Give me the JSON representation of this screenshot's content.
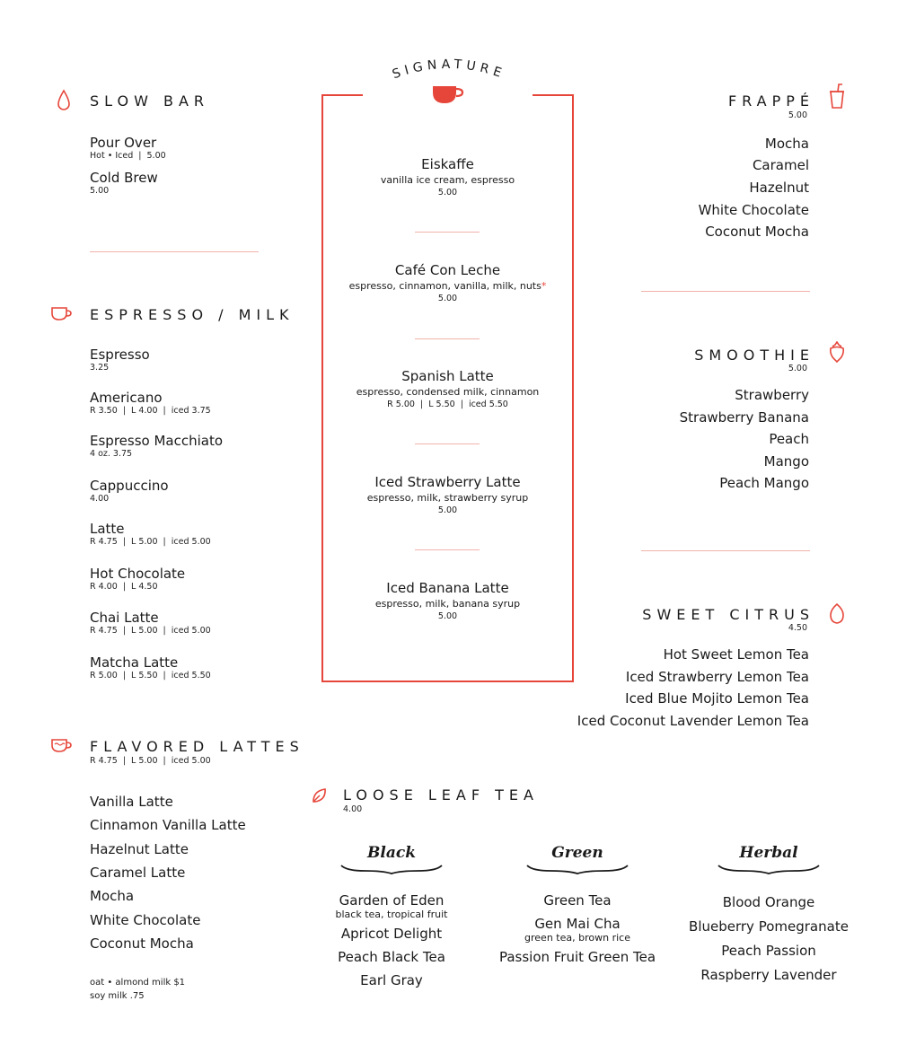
{
  "accent_color": "#e6463a",
  "rule_color": "#f2b3ab",
  "signature": {
    "title": "SIGNATURE",
    "icon": "coffee-cup-icon",
    "items": [
      {
        "name": "Eiskaffe",
        "desc": "vanilla ice cream, espresso",
        "price": "5.00"
      },
      {
        "name": "Café Con Leche",
        "desc": "espresso, cinnamon, vanilla, milk, nuts",
        "star": "*",
        "price": "5.00"
      },
      {
        "name": "Spanish Latte",
        "desc": "espresso, condensed milk, cinnamon",
        "price": "R 5.00  |  L 5.50  |  iced 5.50"
      },
      {
        "name": "Iced Strawberry Latte",
        "desc": "espresso, milk, strawberry syrup",
        "price": "5.00"
      },
      {
        "name": "Iced Banana Latte",
        "desc": "espresso, milk, banana syrup",
        "price": "5.00"
      }
    ]
  },
  "slow_bar": {
    "title": "SLOW BAR",
    "icon": "drop-icon",
    "items": [
      {
        "name": "Pour Over",
        "sub": "Hot • Iced  |  5.00"
      },
      {
        "name": "Cold Brew",
        "sub": "5.00"
      }
    ]
  },
  "espresso_milk": {
    "title": "ESPRESSO / MILK",
    "icon": "mug-icon",
    "items": [
      {
        "name": "Espresso",
        "sub": "3.25"
      },
      {
        "name": "Americano",
        "sub": "R 3.50  |  L 4.00  |  iced 3.75"
      },
      {
        "name": "Espresso Macchiato",
        "sub": "4 oz. 3.75"
      },
      {
        "name": "Cappuccino",
        "sub": "4.00"
      },
      {
        "name": "Latte",
        "sub": "R 4.75  |  L 5.00  |  iced 5.00"
      },
      {
        "name": "Hot Chocolate",
        "sub": "R 4.00  |  L 4.50"
      },
      {
        "name": "Chai Latte",
        "sub": "R 4.75  |  L 5.00  |  iced 5.00"
      },
      {
        "name": "Matcha Latte",
        "sub": "R 5.00  |  L 5.50  |  iced 5.50"
      }
    ]
  },
  "flavored_lattes": {
    "title": "FLAVORED LATTES",
    "icon": "latte-art-mug-icon",
    "price": "R 4.75  |  L 5.00  |  iced 5.00",
    "items": [
      "Vanilla Latte",
      "Cinnamon Vanilla Latte",
      "Hazelnut Latte",
      "Caramel Latte",
      "Mocha",
      "White Chocolate",
      "Coconut Mocha"
    ],
    "footnote_1": "oat • almond milk $1",
    "footnote_2": "soy milk .75"
  },
  "frappe": {
    "title": "FRAPPÉ",
    "icon": "cup-straw-icon",
    "price": "5.00",
    "items": [
      "Mocha",
      "Caramel",
      "Hazelnut",
      "White Chocolate",
      "Coconut Mocha"
    ]
  },
  "smoothie": {
    "title": "SMOOTHIE",
    "icon": "strawberry-icon",
    "price": "5.00",
    "items": [
      "Strawberry",
      "Strawberry Banana",
      "Peach",
      "Mango",
      "Peach Mango"
    ]
  },
  "sweet_citrus": {
    "title": "SWEET CITRUS",
    "icon": "lemon-icon",
    "price": "4.50",
    "items": [
      "Hot Sweet Lemon Tea",
      "Iced Strawberry Lemon Tea",
      "Iced Blue Mojito Lemon Tea",
      "Iced Coconut Lavender Lemon Tea"
    ]
  },
  "loose_leaf": {
    "title": "LOOSE LEAF TEA",
    "icon": "leaf-icon",
    "price": "4.00",
    "black": {
      "label": "Black",
      "items": [
        {
          "name": "Garden of Eden",
          "sub": "black tea, tropical fruit"
        },
        {
          "name": "Apricot Delight"
        },
        {
          "name": "Peach Black Tea"
        },
        {
          "name": "Earl Gray"
        }
      ]
    },
    "green": {
      "label": "Green",
      "items": [
        {
          "name": "Green Tea"
        },
        {
          "name": "Gen Mai Cha",
          "sub": "green tea, brown rice"
        },
        {
          "name": "Passion Fruit Green Tea"
        }
      ]
    },
    "herbal": {
      "label": "Herbal",
      "items": [
        "Blood Orange",
        "Blueberry Pomegranate",
        "Peach Passion",
        "Raspberry Lavender"
      ]
    }
  }
}
